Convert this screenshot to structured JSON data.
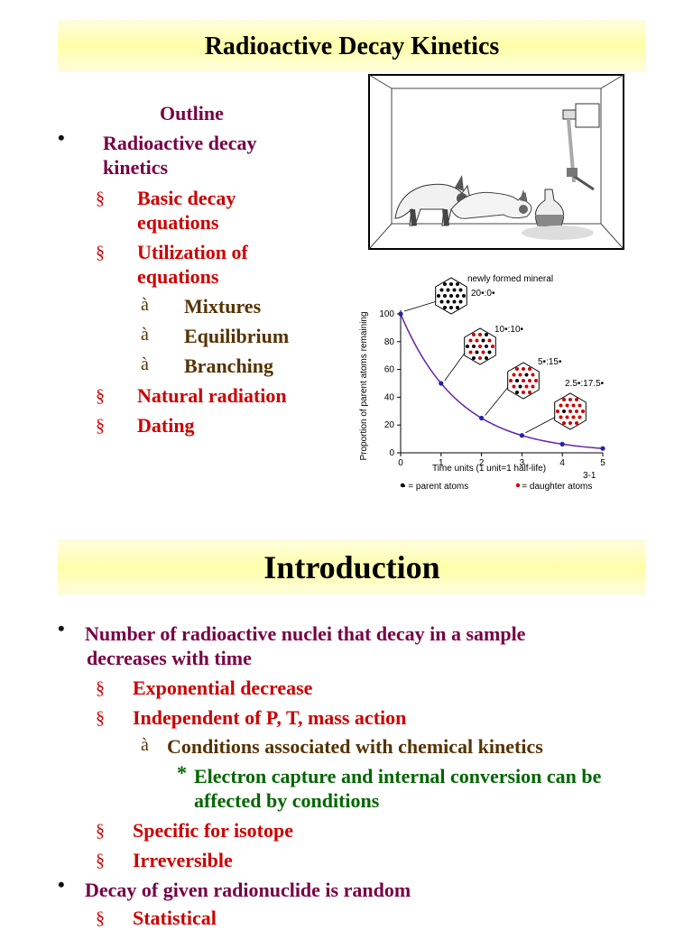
{
  "slide1": {
    "title": "Radioactive Decay Kinetics",
    "outline_heading": "Outline",
    "bullet_symbol": "•",
    "section_symbol": "§",
    "arrow_symbol": "à",
    "item1_line1": "Radioactive decay",
    "item1_line2": "kinetics",
    "sub1_line1": "Basic decay",
    "sub1_line2": "equations",
    "sub2_line1": "Utilization of",
    "sub2_line2": "equations",
    "subsub1": "Mixtures",
    "subsub2": "Equilibrium",
    "subsub3": "Branching",
    "sub3": "Natural radiation",
    "sub4": "Dating"
  },
  "figure": {
    "mineral_label": "newly formed mineral",
    "ratio1": "20•:0•",
    "ratio2": "10•:10•",
    "ratio3": "5•:15•",
    "ratio4": "2.5•:17.5•",
    "figure_number": "3-1",
    "legend_parent": "• = parent atoms",
    "legend_daughter": "• = daughter atoms"
  },
  "chart_data": {
    "type": "line",
    "xlabel": "Time units (1 unit=1 half-life)",
    "ylabel": "Proportion of parent atoms remaining",
    "x": [
      0,
      1,
      2,
      3,
      4,
      5
    ],
    "values": [
      100,
      50,
      25,
      12.5,
      6.25,
      3.125
    ],
    "xlim": [
      0,
      5
    ],
    "ylim": [
      0,
      100
    ],
    "xticks": [
      "0",
      "1",
      "2",
      "3",
      "4",
      "5"
    ],
    "yticks": [
      "0",
      "20",
      "40",
      "60",
      "80",
      "100"
    ],
    "line_color": "#6622aa",
    "point_color": "#2222aa"
  },
  "slide2": {
    "title": "Introduction",
    "b1_line1": "Number of radioactive nuclei that decay in a sample",
    "b1_line2": "decreases with time",
    "s1": "Exponential decrease",
    "s2": "Independent of P, T, mass action",
    "a1": "Conditions associated with chemical kinetics",
    "star": "*",
    "st1_line1": "Electron capture and internal conversion can be",
    "st1_line2": "affected by conditions",
    "s3": "Specific for isotope",
    "s4": "Irreversible",
    "b2": "Decay of given radionuclide is random",
    "s5": "Statistical"
  }
}
